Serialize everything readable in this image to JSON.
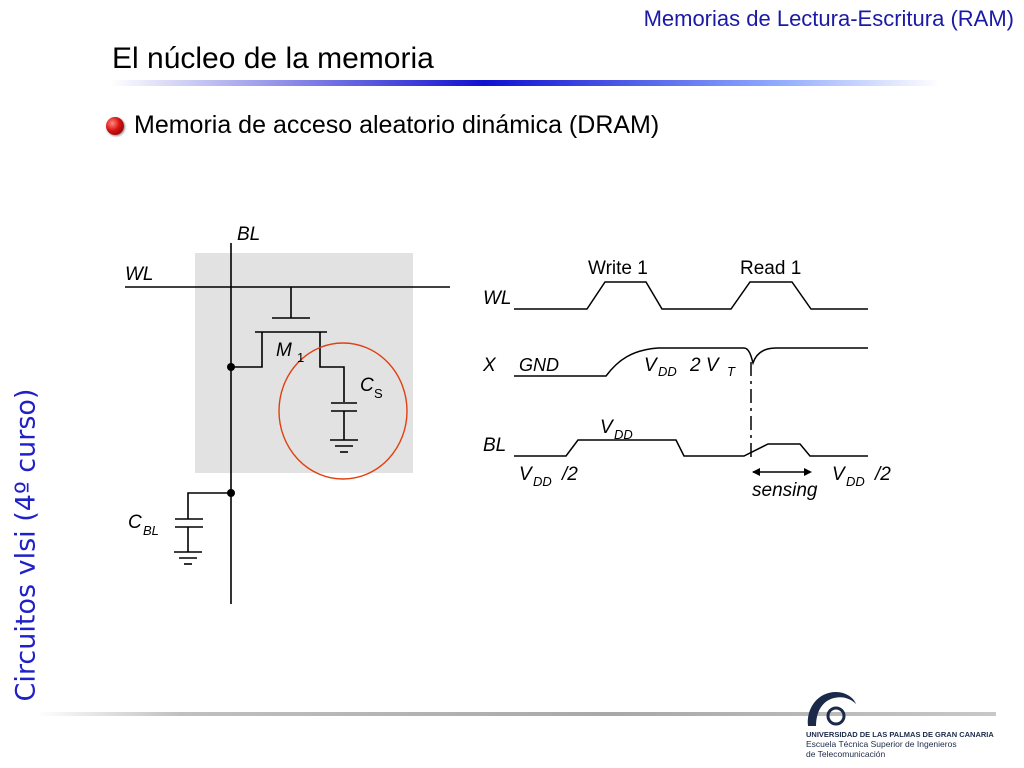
{
  "header": {
    "title": "Memorias de Lectura-Escritura (RAM)"
  },
  "slide": {
    "title": "El núcleo de la memoria",
    "bullet": "Memoria de acceso aleatorio dinámica (DRAM)"
  },
  "side_label": "Circuitos vlsi (4º curso)",
  "footer": {
    "line1": "UNIVERSIDAD DE LAS PALMAS DE GRAN CANARIA",
    "line2": "Escuela Técnica Superior de Ingenieros",
    "line3": "de Telecomunicación"
  },
  "circuit": {
    "bl": "BL",
    "wl": "WL",
    "m1": "M",
    "m1_sub": "1",
    "cs": "C",
    "cs_sub": "S",
    "cbl": "C",
    "cbl_sub": "BL"
  },
  "timing": {
    "write_label": "Write 1",
    "read_label": "Read 1",
    "wl": "WL",
    "x": "X",
    "gnd": "GND",
    "vdd": "V",
    "vdd_sub": "DD",
    "two_vt": "2 V",
    "vt_sub": "T",
    "bl": "BL",
    "half": "/2",
    "sensing": "sensing"
  },
  "colors": {
    "header": "#1a1aa6",
    "side": "#2020c8",
    "highlight_circle": "#e04010",
    "cell_fill": "#e2e2e2"
  }
}
